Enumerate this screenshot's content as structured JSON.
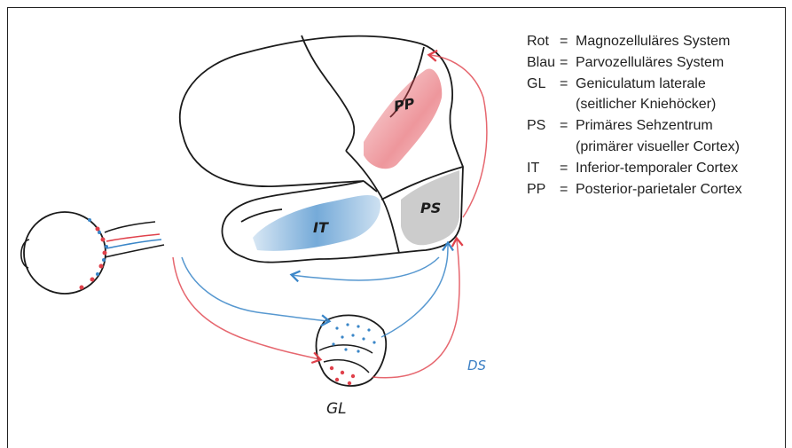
{
  "legend": {
    "items": [
      {
        "key": "Rot",
        "eq": "=",
        "value": "Magnozelluläres System"
      },
      {
        "key": "Blau",
        "eq": "=",
        "value": "Parvozelluläres System"
      },
      {
        "key": "GL",
        "eq": "=",
        "value": "Geniculatum laterale",
        "value2": "(seitlicher Kniehöcker)"
      },
      {
        "key": "PS",
        "eq": "=",
        "value": "Primäres Sehzentrum",
        "value2": "(primärer visueller Cortex)"
      },
      {
        "key": "IT",
        "eq": "=",
        "value": "Inferior-temporaler Cortex"
      },
      {
        "key": "PP",
        "eq": "=",
        "value": "Posterior-parietaler Cortex"
      }
    ]
  },
  "diagram": {
    "labels": {
      "pp": "PP",
      "ps": "PS",
      "it": "IT",
      "gl": "GL",
      "signature": "DS"
    },
    "colors": {
      "red": "#e0414b",
      "blue": "#3a86c8",
      "ink": "#1b1b1b",
      "grey": "#6d6d6d",
      "pen_blue": "#3b7fc4"
    }
  }
}
